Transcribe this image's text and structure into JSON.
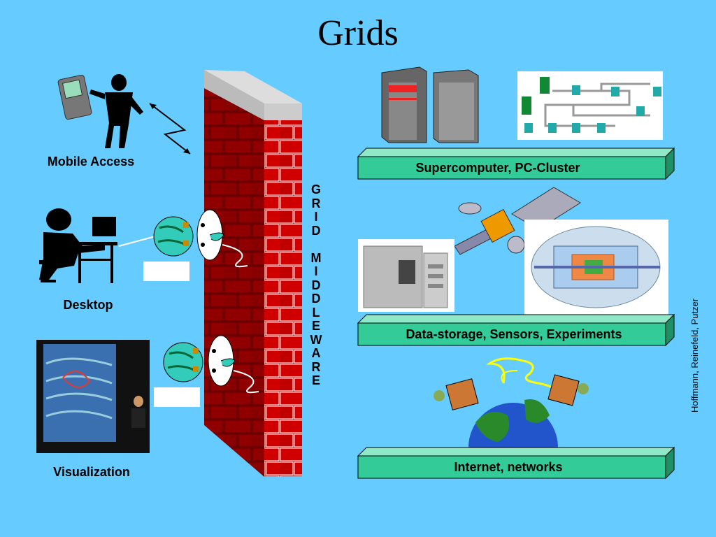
{
  "title": "Grids",
  "left_labels": {
    "mobile": "Mobile Access",
    "desktop": "Desktop",
    "visualization": "Visualization"
  },
  "middleware_letters": [
    "G",
    "R",
    "I",
    "D",
    "",
    "M",
    "I",
    "D",
    "D",
    "L",
    "E",
    "W",
    "A",
    "R",
    "E"
  ],
  "beams": {
    "top": "Supercomputer, PC-Cluster",
    "middle": "Data-storage, Sensors, Experiments",
    "bottom": "Internet, networks"
  },
  "credit": "Hoffmann, Reinefeld, Putzer",
  "colors": {
    "background": "#66CCFF",
    "wall_brick": "#CC0000",
    "beam": "#33CC99"
  }
}
